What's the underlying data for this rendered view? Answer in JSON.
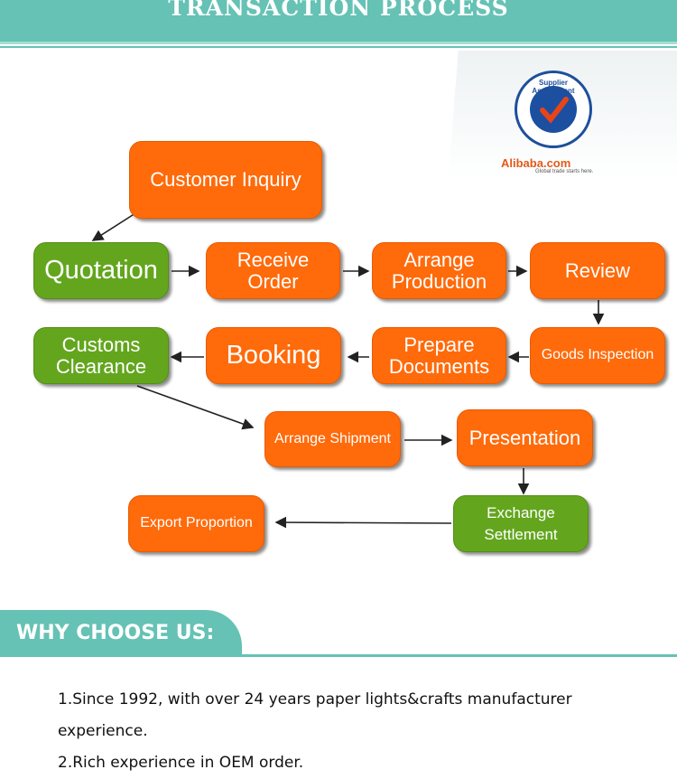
{
  "header": {
    "title": "TRANSACTION PROCESS"
  },
  "badge": {
    "text": "Supplier Assessment",
    "brand": "Alibaba.com",
    "tagline": "Global trade starts here."
  },
  "flow": {
    "customer_inquiry": "Customer Inquiry",
    "quotation": "Quotation",
    "receive_order": "Receive\nOrder",
    "arrange_production": "Arrange\nProduction",
    "review": "Review",
    "goods_inspection": "Goods Inspection",
    "prepare_documents": "Prepare\nDocuments",
    "booking": "Booking",
    "customs_clearance": "Customs\nClearance",
    "arrange_shipment": "Arrange Shipment",
    "presentation": "Presentation",
    "exchange_settlement": "Exchange\nSettlement",
    "export_proportion": "Export Proportion"
  },
  "why": {
    "title": "WHY CHOOSE US:",
    "line1": "1.Since 1992, with over 24 years paper lights&crafts manufacturer",
    "line1b": "experience.",
    "line2": "2.Rich experience in OEM order."
  },
  "colors": {
    "teal": "#65c2b4",
    "orange": "#ff6a0a",
    "green": "#63a61e"
  }
}
